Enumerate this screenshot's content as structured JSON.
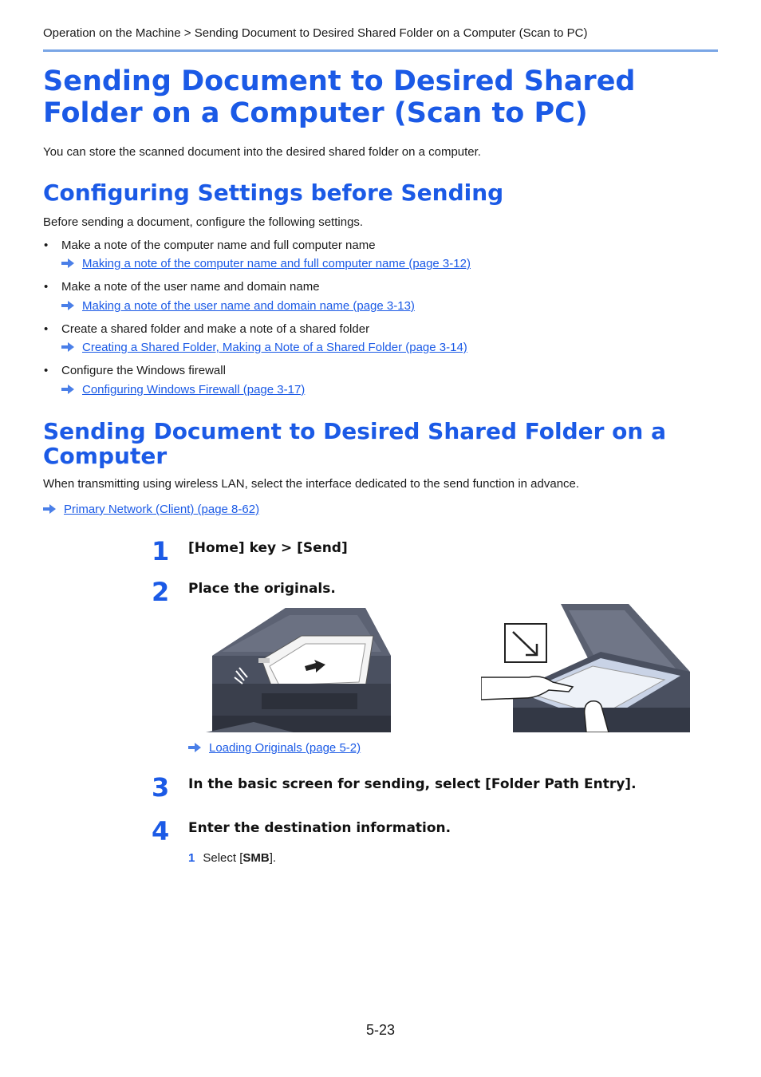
{
  "breadcrumb": "Operation on the Machine > Sending Document to Desired Shared Folder on a Computer (Scan to PC)",
  "title": "Sending Document to Desired Shared Folder on a Computer (Scan to PC)",
  "intro": "You can store the scanned document into the desired shared folder on a computer.",
  "section1": {
    "heading": "Configuring Settings before Sending",
    "lead": "Before sending a document, configure the following settings.",
    "items": [
      {
        "text": "Make a note of the computer name and full computer name",
        "link": "Making a note of the computer name and full computer name (page 3-12)"
      },
      {
        "text": "Make a note of the user name and domain name",
        "link": "Making a note of the user name and domain name (page 3-13)"
      },
      {
        "text": "Create a shared folder and make a note of a shared folder",
        "link": "Creating a Shared Folder, Making a Note of a Shared Folder (page 3-14)"
      },
      {
        "text": "Configure the Windows firewall",
        "link": "Configuring Windows Firewall (page 3-17)"
      }
    ]
  },
  "section2": {
    "heading_line1": "Sending Document to Desired Shared Folder on a",
    "heading_line2": "Computer",
    "lead": "When transmitting using wireless LAN, select the interface dedicated to the send function in advance.",
    "link": "Primary Network (Client) (page 8-62)"
  },
  "steps": [
    {
      "num": "1",
      "text": "[Home] key > [Send]"
    },
    {
      "num": "2",
      "text": "Place the originals.",
      "link": "Loading Originals (page 5-2)"
    },
    {
      "num": "3",
      "text": "In the basic screen for sending, select [Folder Path Entry]."
    },
    {
      "num": "4",
      "text": "Enter the destination information.",
      "sub": {
        "num": "1",
        "before": "Select [",
        "bold": "SMB",
        "after": "]."
      }
    }
  ],
  "page_number": "5-23",
  "colors": {
    "accent": "#1b5ae6",
    "rule": "#7aa6e6",
    "arrow": "#4a7fe8"
  }
}
